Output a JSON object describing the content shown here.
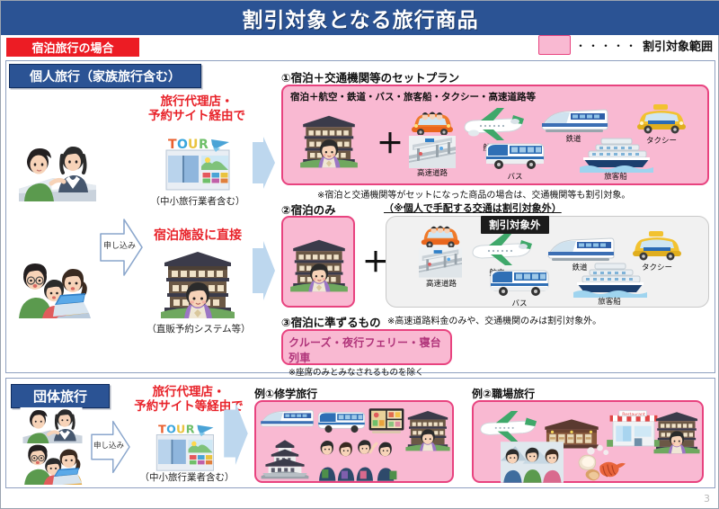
{
  "header": {
    "title": "割引対象となる旅行商品"
  },
  "tab_row": {
    "case_tab": "宿泊旅行の場合",
    "legend_dots": "・・・・・",
    "legend_text": "割引対象範囲",
    "legend_color": "#f9b9d2"
  },
  "personal": {
    "tab": "個人旅行（家族旅行含む）",
    "route_agency": "旅行代理店・\n予約サイト経由で",
    "route_agency_line1": "旅行代理店・",
    "route_agency_line2": "予約サイト経由で",
    "agency_sub": "（中小旅行業者含む）",
    "route_direct": "宿泊施設に直接",
    "direct_sub": "（直販予約システム等）",
    "apply_label": "申し込み",
    "shop_sign": "TOUR",
    "section1": {
      "heading": "①宿泊＋交通機関等のセットプラン",
      "caption": "宿泊＋航空・鉄道・バス・旅客船・タクシー・高速道路等",
      "plus": "＋",
      "icons": [
        {
          "name": "ryokan",
          "label": ""
        },
        {
          "name": "car",
          "label": ""
        },
        {
          "name": "expressway",
          "label": "高速道路"
        },
        {
          "name": "airplane",
          "label": "航空"
        },
        {
          "name": "train",
          "label": "鉄道"
        },
        {
          "name": "taxi",
          "label": "タクシー"
        },
        {
          "name": "bus",
          "label": "バス"
        },
        {
          "name": "ship",
          "label": "旅客船"
        }
      ],
      "note": "※宿泊と交通機関等がセットになった商品の場合は、交通機関等も割引対象。"
    },
    "section2": {
      "heading": "②宿泊のみ",
      "exclusion_title": "（※個人で手配する交通は割引対象外）",
      "badge": "割引対象外",
      "plus": "＋",
      "icons": [
        {
          "name": "ryokan",
          "label": ""
        },
        {
          "name": "car",
          "label": ""
        },
        {
          "name": "expressway",
          "label": "高速道路"
        },
        {
          "name": "airplane",
          "label": "航空"
        },
        {
          "name": "train",
          "label": "鉄道"
        },
        {
          "name": "taxi",
          "label": "タクシー"
        },
        {
          "name": "bus",
          "label": "バス"
        },
        {
          "name": "ship",
          "label": "旅客船"
        }
      ],
      "note": "※高速道路料金のみや、交通機関のみは割引対象外。"
    },
    "section3": {
      "heading": "③宿泊に準ずるもの",
      "box_line1": "クルーズ・夜行フェリー・寝台列車",
      "box_line2": "※座席のみとみなされるものを除く"
    }
  },
  "group": {
    "tab": "団体旅行",
    "route_line1": "旅行代理店・",
    "route_line2": "予約サイト等経由で",
    "apply_label": "申し込み",
    "agency_sub": "（中小旅行業者含む）",
    "shop_sign": "TOUR",
    "example1": {
      "heading": "例①修学旅行"
    },
    "example2": {
      "heading": "例②職場旅行"
    }
  },
  "page_number": "3"
}
